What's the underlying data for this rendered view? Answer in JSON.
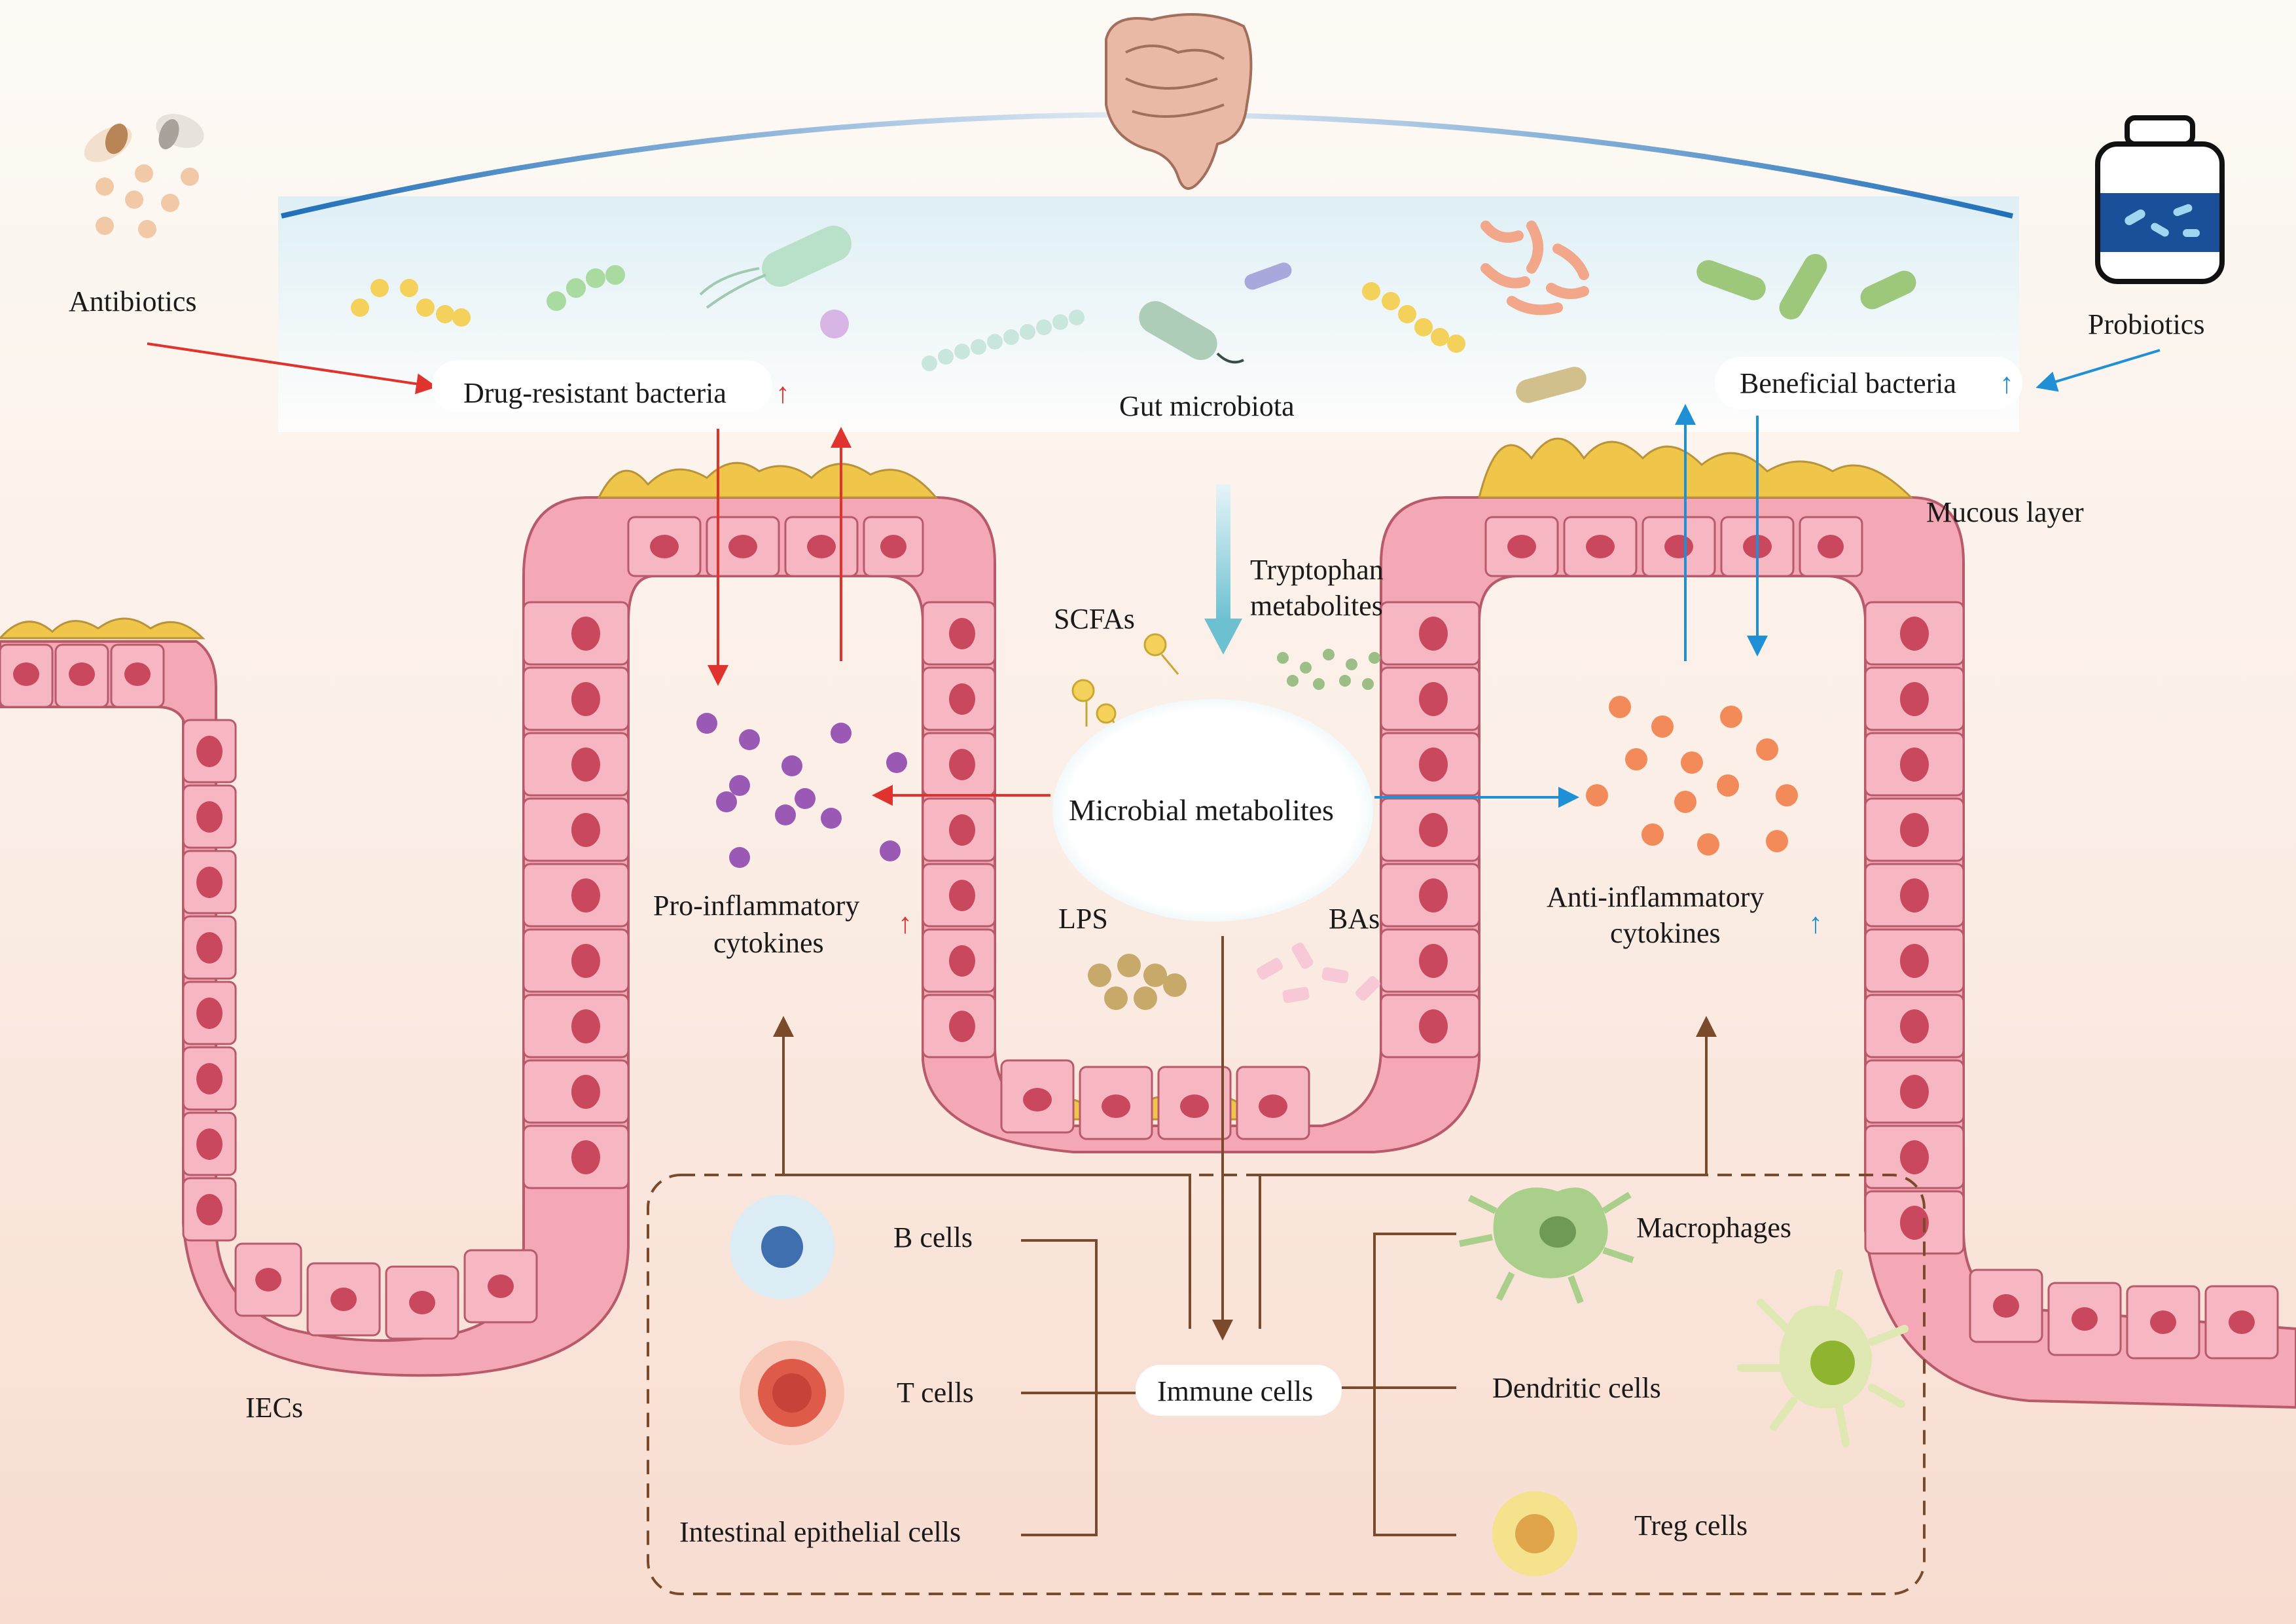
{
  "labels": {
    "antibiotics": "Antibiotics",
    "probiotics": "Probiotics",
    "drug_resistant_bacteria": "Drug-resistant bacteria",
    "gut_microbiota": "Gut microbiota",
    "beneficial_bacteria": "Beneficial bacteria",
    "mucous_layer": "Mucous layer",
    "tryptophan_line1": "Tryptophan",
    "tryptophan_line2": "metabolites",
    "scfas": "SCFAs",
    "microbial_metabolites": "Microbial metabolites",
    "lps": "LPS",
    "bas": "BAs",
    "pro_line1": "Pro-inflammatory",
    "pro_line2": "cytokines",
    "anti_line1": "Anti-inflammatory",
    "anti_line2": "cytokines",
    "iecs": "IECs",
    "immune_cells": "Immune cells",
    "b_cells": "B cells",
    "t_cells": "T cells",
    "intestinal_epithelial_cells": "Intestinal epithelial cells",
    "macrophages": "Macrophages",
    "dendritic_cells": "Dendritic cells",
    "treg_cells": "Treg cells",
    "arrow_up": "↑"
  },
  "colors": {
    "red_arrow": "#e0332d",
    "blue_arrow": "#1f8fd6",
    "brown_arrow": "#7a4a2a",
    "cell_fill": "#f4a8b6",
    "cell_stroke": "#b85a6a",
    "nucleus": "#c9485e",
    "mucus": "#f0c64a",
    "pro_cytokine": "#9b59b6",
    "anti_cytokine": "#f28a5a"
  },
  "icons": [
    "pill-icon",
    "gut-icon",
    "probiotic-bottle-icon",
    "bacterium-icon",
    "b-cell-icon",
    "t-cell-icon",
    "macrophage-icon",
    "dendritic-cell-icon",
    "treg-cell-icon"
  ]
}
